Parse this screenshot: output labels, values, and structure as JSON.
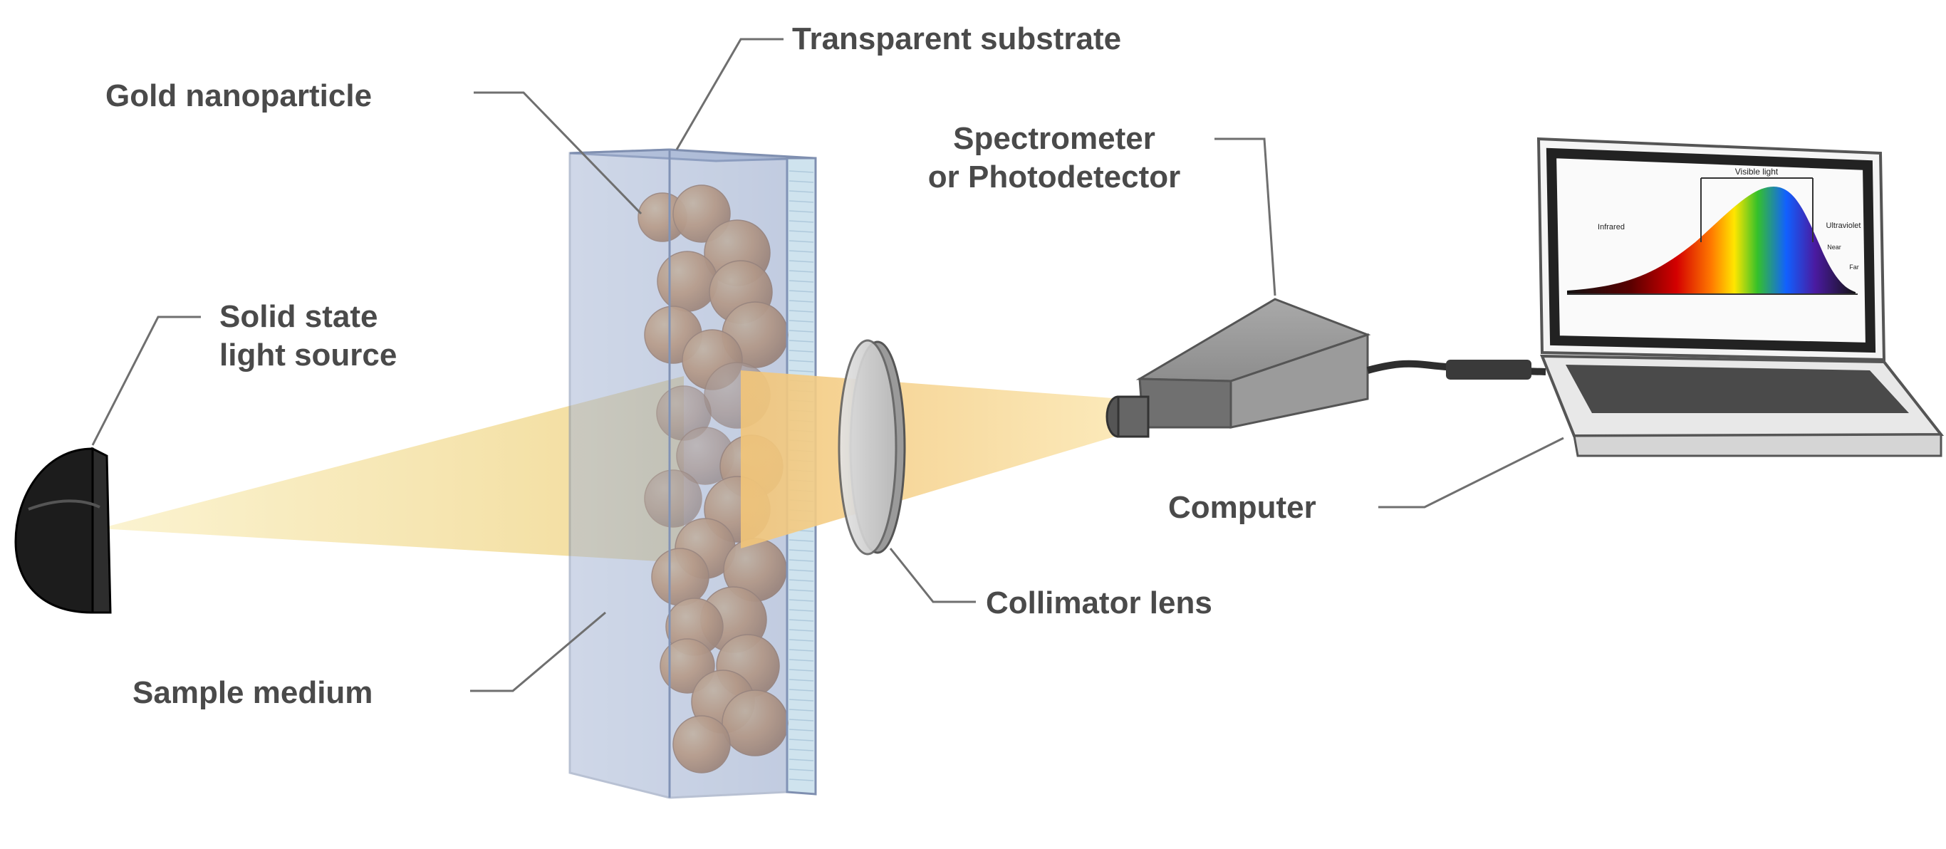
{
  "labels": {
    "transparent_substrate": "Transparent substrate",
    "gold_nanoparticle": "Gold nanoparticle",
    "spectrometer_line1": "Spectrometer",
    "spectrometer_line2": "or Photodetector",
    "light_source_line1": "Solid state",
    "light_source_line2": "light source",
    "computer": "Computer",
    "collimator_lens": "Collimator lens",
    "sample_medium": "Sample medium"
  },
  "screen_plot": {
    "visible_light": "Visible light",
    "infrared": "Infrared",
    "ultraviolet": "Ultraviolet",
    "near": "Near",
    "far": "Far"
  },
  "colors": {
    "label_text": "#4a4a4a",
    "leader_line": "#6f6f6f",
    "light_beam": "#f3e6a6",
    "gold_particle": "#d88f3a",
    "substrate_glass": "#9fb1d1",
    "device_body": "#8a8a8a"
  }
}
